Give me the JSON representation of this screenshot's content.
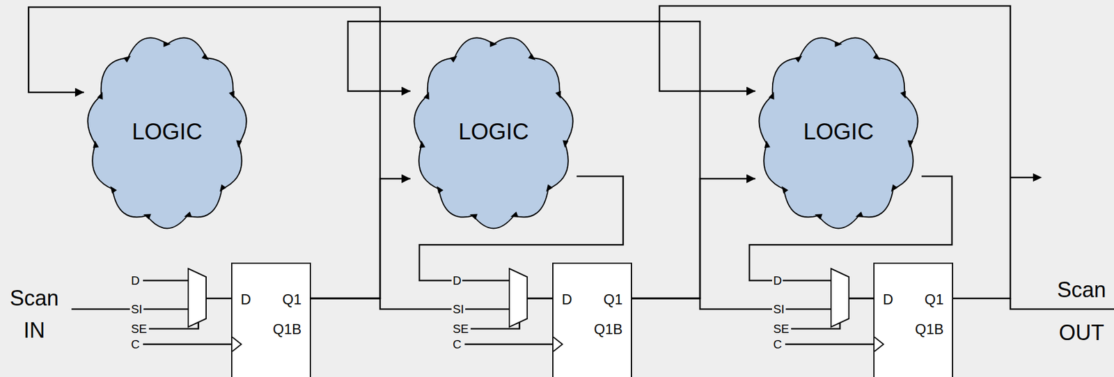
{
  "diagram": {
    "nodes": [
      {
        "text": [
          "LOGIC"
        ]
      },
      {
        "text": [
          "LOGIC"
        ]
      },
      {
        "text": [
          "LOGIC"
        ]
      },
      {
        "text": [
          "D",
          "Q1",
          "Q1B"
        ]
      },
      {
        "text": [
          "D",
          "Q1",
          "Q1B"
        ]
      },
      {
        "text": [
          "D",
          "Q1",
          "Q1B"
        ]
      }
    ],
    "edges": [
      {
        "from": 3,
        "to": 0,
        "arrow": "to"
      },
      {
        "from": 3,
        "to": 1,
        "arrow": "to"
      },
      {
        "from": 3,
        "to": 4,
        "arrow": "none"
      },
      {
        "from": 4,
        "to": 1,
        "arrow": "to"
      },
      {
        "from": 4,
        "to": 2,
        "arrow": "to"
      },
      {
        "from": 4,
        "to": 5,
        "arrow": "none"
      },
      {
        "from": 5,
        "to": 2,
        "arrow": "to"
      },
      {
        "from": 1,
        "to": 4,
        "arrow": "none"
      },
      {
        "from": 2,
        "to": 5,
        "arrow": "none"
      }
    ],
    "labels": [
      "Scan IN",
      "D",
      "SI",
      "SE",
      "C",
      "D",
      "SI",
      "SE",
      "C",
      "D",
      "SI",
      "SE",
      "C",
      "Scan OUT"
    ]
  }
}
